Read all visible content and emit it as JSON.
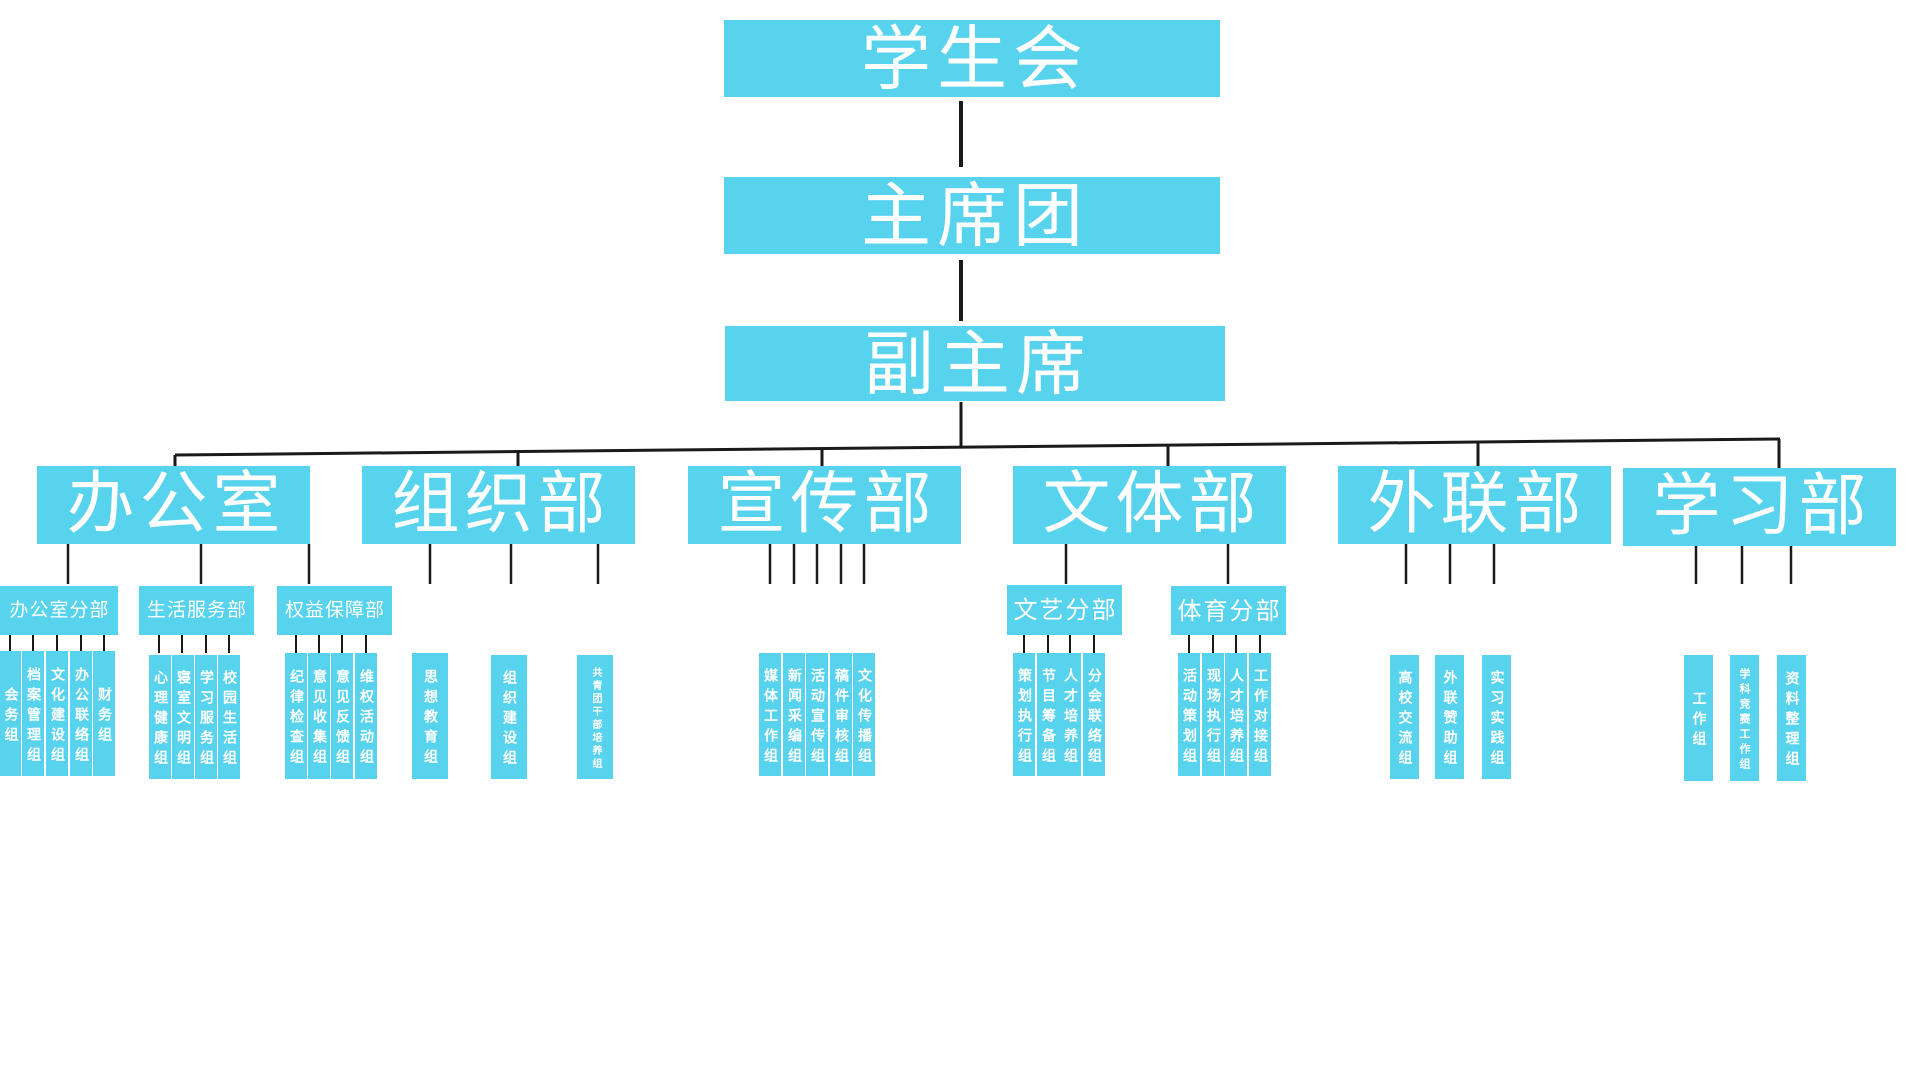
{
  "root": {
    "label": "学生会"
  },
  "presidium": {
    "label": "主席团"
  },
  "vice_president": {
    "label": "副主席"
  },
  "departments": [
    {
      "label": "办公室",
      "subdivisions": [
        {
          "label": "办公室分部",
          "groups": [
            "会务组",
            "档案管理组",
            "文化建设组",
            "办公联络组",
            "财务组"
          ]
        },
        {
          "label": "生活服务部",
          "groups": [
            "心理健康组",
            "寝室文明组",
            "学习服务组",
            "校园生活组"
          ]
        },
        {
          "label": "权益保障部",
          "groups": [
            "纪律检查组",
            "意见收集组",
            "意见反馈组",
            "维权活动组"
          ]
        }
      ]
    },
    {
      "label": "组织部",
      "groups": [
        "思想教育组",
        "组织建设组",
        "共青团干部培养组"
      ]
    },
    {
      "label": "宣传部",
      "groups": [
        "媒体工作组",
        "新闻采编组",
        "活动宣传组",
        "稿件审核组",
        "文化传播组"
      ]
    },
    {
      "label": "文体部",
      "subdivisions": [
        {
          "label": "文艺分部",
          "groups": [
            "策划执行组",
            "节目筹备组",
            "人才培养组",
            "分会联络组"
          ]
        },
        {
          "label": "体育分部",
          "groups": [
            "活动策划组",
            "现场执行组",
            "人才培养组",
            "工作对接组"
          ]
        }
      ]
    },
    {
      "label": "外联部",
      "groups": [
        "高校交流组",
        "外联赞助组",
        "实习实践组"
      ]
    },
    {
      "label": "学习部",
      "groups": [
        "工作组",
        "学科竞赛工作组",
        "资料整理组"
      ]
    }
  ],
  "colors": {
    "box_fill": "#57D3EE",
    "text": "#FFFFFF",
    "connector": "#1A1A1A",
    "background": "#FFFFFF"
  }
}
